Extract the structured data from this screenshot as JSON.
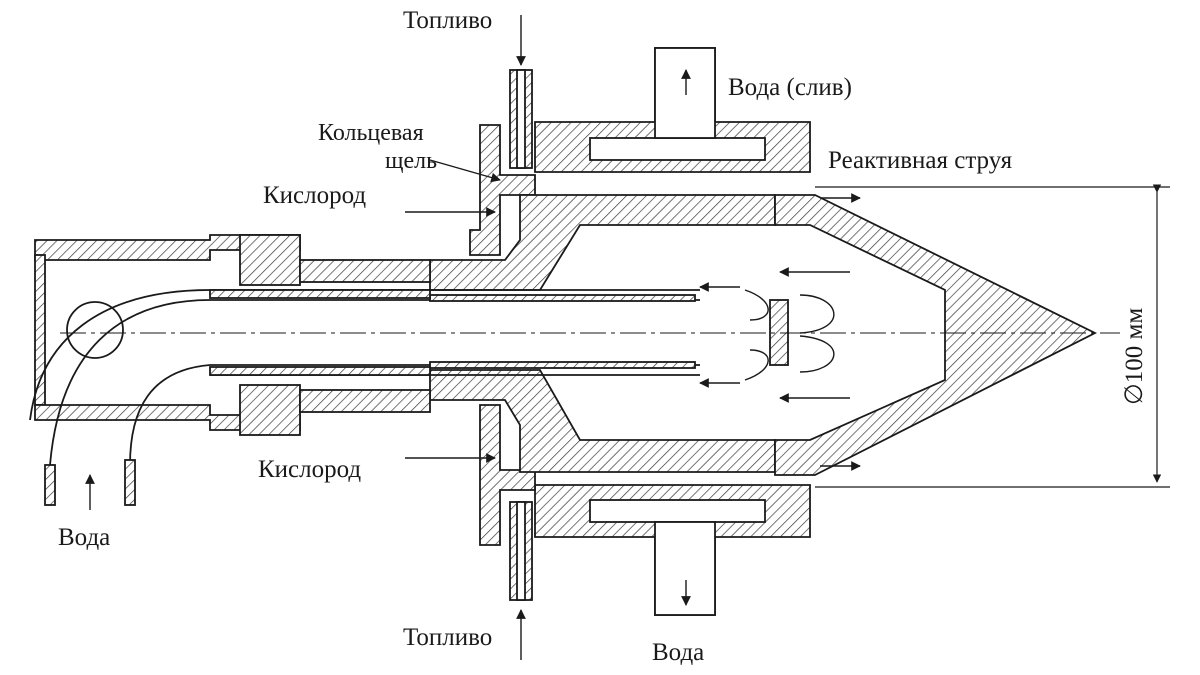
{
  "labels": {
    "fuel_top": "Топливо",
    "water_drain": "Вода (слив)",
    "annular_gap_line1": "Кольцевая",
    "annular_gap_line2": "щель",
    "jet": "Реактивная струя",
    "oxygen_top": "Кислород",
    "oxygen_bottom": "Кислород",
    "water_in": "Вода",
    "fuel_bottom": "Топливо",
    "water_out": "Вода",
    "diameter": "∅100 мм"
  },
  "colors": {
    "line": "#1a1a1a",
    "hatch": "#3a3a3a",
    "background": "#ffffff"
  }
}
